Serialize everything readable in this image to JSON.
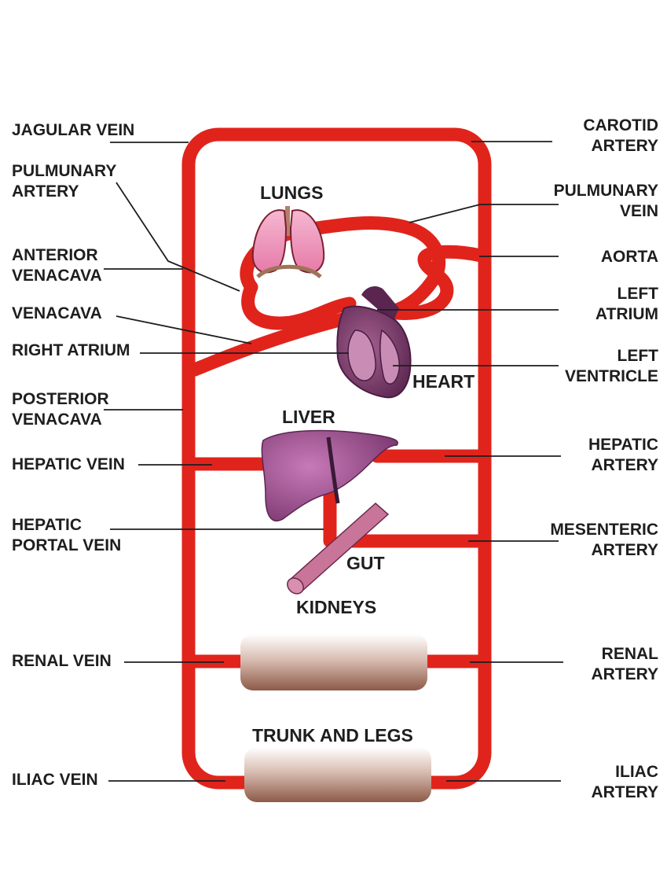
{
  "colors": {
    "vessel": "#e0241c",
    "leader": "#1e1e1e",
    "lung": "#f0a0c4",
    "heart": "#7a3a70",
    "liver": "#9a4a8e",
    "gut": "#c9759a",
    "organ_block": "#b07c6a"
  },
  "left_labels": {
    "jugular_vein": "JAGULAR VEIN",
    "pulmonary_artery_1": "PULMUNARY",
    "pulmonary_artery_2": "ARTERY",
    "anterior_venacava_1": "ANTERIOR",
    "anterior_venacava_2": "VENACAVA",
    "venacava": "VENACAVA",
    "right_atrium": "RIGHT ATRIUM",
    "posterior_venacava_1": "POSTERIOR",
    "posterior_venacava_2": "VENACAVA",
    "hepatic_vein": "HEPATIC VEIN",
    "hepatic_portal_vein_1": "HEPATIC",
    "hepatic_portal_vein_2": "PORTAL VEIN",
    "renal_vein": "RENAL VEIN",
    "iliac_vein": "ILIAC VEIN"
  },
  "right_labels": {
    "carotid_artery_1": "CAROTID",
    "carotid_artery_2": "ARTERY",
    "pulmonary_vein_1": "PULMUNARY",
    "pulmonary_vein_2": "VEIN",
    "aorta": "AORTA",
    "left_atrium_1": "LEFT",
    "left_atrium_2": "ATRIUM",
    "left_ventricle_1": "LEFT",
    "left_ventricle_2": "VENTRICLE",
    "hepatic_artery_1": "HEPATIC",
    "hepatic_artery_2": "ARTERY",
    "mesenteric_artery_1": "MESENTERIC",
    "mesenteric_artery_2": "ARTERY",
    "renal_artery_1": "RENAL",
    "renal_artery_2": "ARTERY",
    "iliac_artery_1": "ILIAC",
    "iliac_artery_2": "ARTERY"
  },
  "organs": {
    "lungs": "LUNGS",
    "heart": "HEART",
    "liver": "LIVER",
    "gut": "GUT",
    "kidneys": "KIDNEYS",
    "trunk_and_legs": "TRUNK AND LEGS"
  }
}
